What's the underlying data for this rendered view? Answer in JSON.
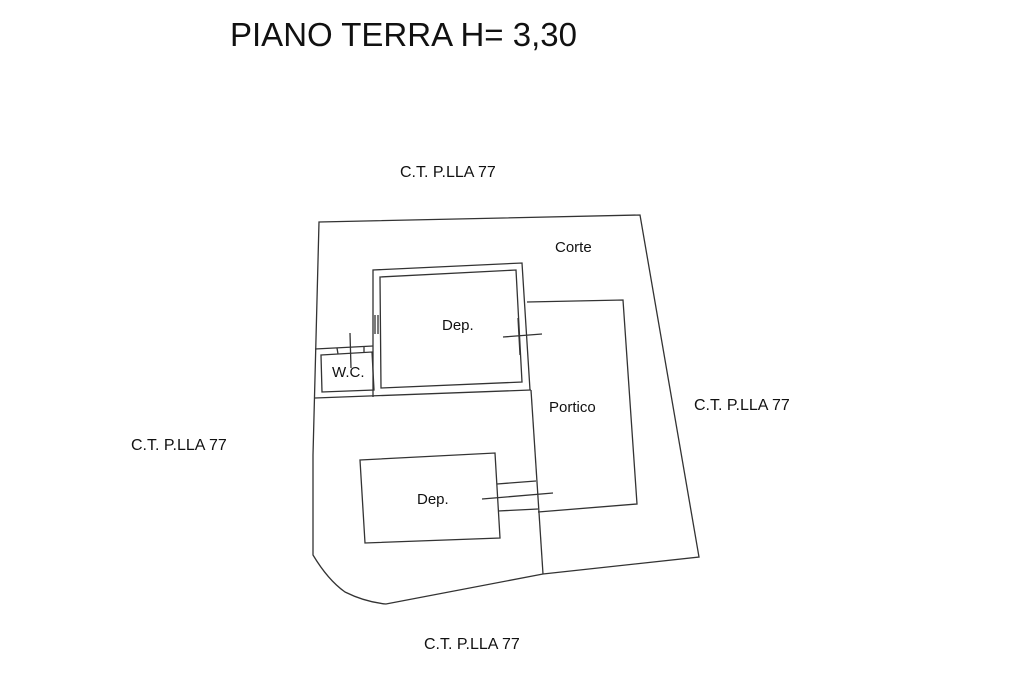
{
  "title": "PIANO TERRA H= 3,30",
  "neighbors": {
    "north": "C.T. P.LLA 77",
    "east": "C.T. P.LLA 77",
    "west": "C.T. P.LLA 77",
    "south": "C.T. P.LLA 77"
  },
  "rooms": {
    "corte": "Corte",
    "dep_upper": "Dep.",
    "wc": "W.C.",
    "portico": "Portico",
    "dep_lower": "Dep."
  }
}
